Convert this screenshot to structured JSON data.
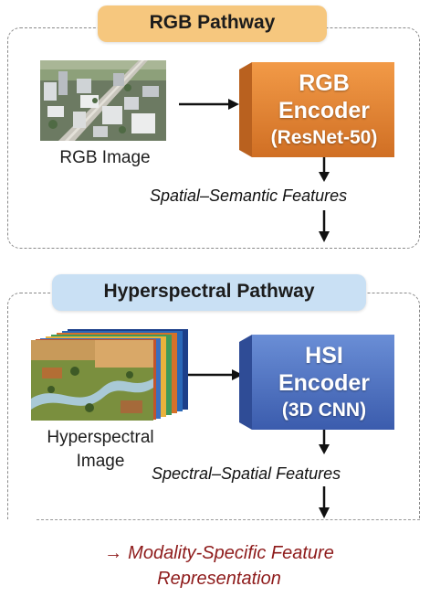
{
  "rgb": {
    "title": "RGB Pathway",
    "image_label": "RGB Image",
    "encoder_line1": "RGB",
    "encoder_line2": "Encoder",
    "encoder_line3": "(ResNet-50)",
    "features": "Spatial–Semantic Features",
    "title_color": "#f6c77e",
    "encoder_color": "#e8893a"
  },
  "hsi": {
    "title": "Hyperspectral Pathway",
    "image_label_line1": "Hyperspectral",
    "image_label_line2": "Image",
    "encoder_line1": "HSI",
    "encoder_line2": "Encoder",
    "encoder_line3": "(3D CNN)",
    "features": "Spectral–Spatial Features",
    "title_color": "#c9e0f4",
    "encoder_color": "#4e74c6"
  },
  "footer": {
    "arrow": "→",
    "line1": "Modality-Specific Feature",
    "line2": "Representation",
    "color": "#8e1b1b"
  }
}
